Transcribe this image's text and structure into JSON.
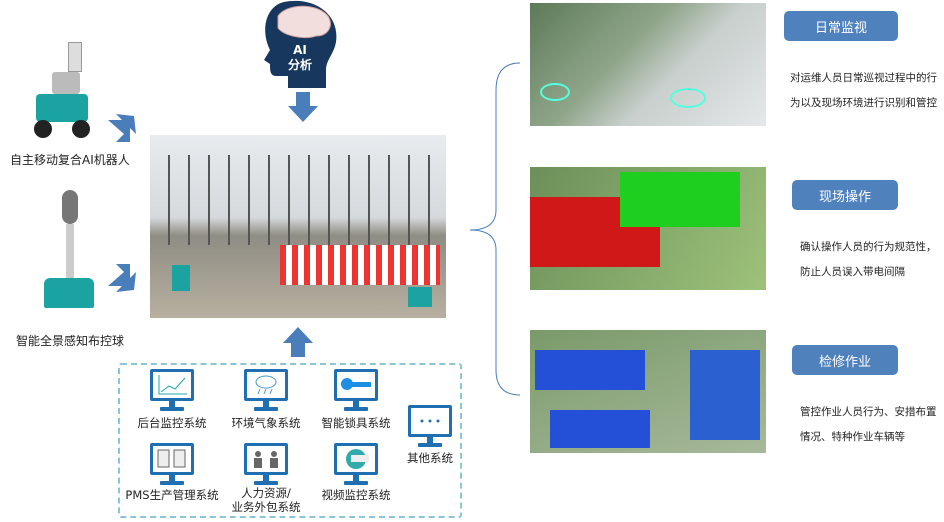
{
  "left": {
    "robot_label": "自主移动复合AI机器人",
    "ball_label": "智能全景感知布控球"
  },
  "ai": {
    "line1": "AI",
    "line2": "分析"
  },
  "systems": [
    {
      "label": "后台监控系统",
      "icon": "chart-monitor-icon"
    },
    {
      "label": "环境气象系统",
      "icon": "cloud-rain-monitor-icon"
    },
    {
      "label": "智能锁具系统",
      "icon": "key-monitor-icon"
    },
    {
      "label": "PMS生产管理系统",
      "icon": "documents-monitor-icon"
    },
    {
      "label": "人力资源/\n业务外包系统",
      "icon": "people-monitor-icon"
    },
    {
      "label": "视频监控系统",
      "icon": "camera-monitor-icon"
    },
    {
      "label": "其他系统",
      "icon": "ellipsis-monitor-icon"
    }
  ],
  "scenarios": [
    {
      "title": "日常监视",
      "desc": [
        "对运维人员日常巡视过程中的行",
        "为以及现场环境进行识别和管控"
      ]
    },
    {
      "title": "现场操作",
      "desc": [
        "确认操作人员的行为规范性，",
        "防止人员误入带电间隔"
      ]
    },
    {
      "title": "检修作业",
      "desc": [
        "管控作业人员行为、安措布置",
        "情况、特种作业车辆等"
      ]
    }
  ],
  "colors": {
    "accent": "#4f81bd",
    "arrow": "#4a7ebb",
    "monitor": "#1f6fb2",
    "dash": "#8cc4d8"
  }
}
